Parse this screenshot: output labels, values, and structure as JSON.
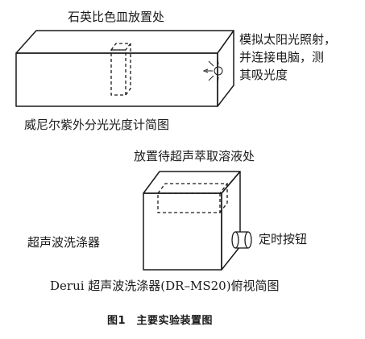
{
  "diagram": {
    "spectro_label_top": "石英比色皿放置处",
    "spectro_label_right": [
      "模拟太阳光照射，",
      "并连接电脑，测",
      "其吸光度"
    ],
    "spectro_caption": "威尼尔紫外分光光度计简图",
    "ultrasonic_label_top": "放置待超声萃取溶液处",
    "ultrasonic_label_left": "超声波洗涤器",
    "ultrasonic_label_right": "定时按钮",
    "ultrasonic_caption": "Derui 超声波洗涤器(DR–MS20)俯视简图"
  },
  "figure_caption": "图1　主要实验装置图"
}
